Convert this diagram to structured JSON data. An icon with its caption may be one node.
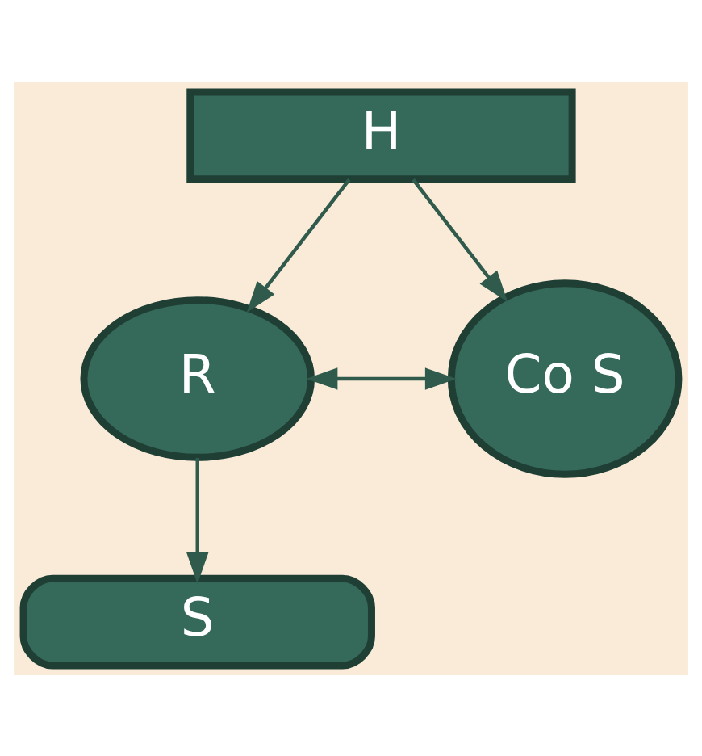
{
  "diagram": {
    "nodes": [
      {
        "text": [
          "H"
        ]
      },
      {
        "text": [
          "R"
        ]
      },
      {
        "text": [
          "Co S"
        ]
      },
      {
        "text": [
          "S"
        ]
      }
    ],
    "edges": [
      {
        "from": 0,
        "to": 1,
        "arrow": "to"
      },
      {
        "from": 0,
        "to": 2,
        "arrow": "to"
      },
      {
        "from": 1,
        "to": 2,
        "arrow": "both"
      },
      {
        "from": 1,
        "to": 3,
        "arrow": "to"
      }
    ]
  }
}
